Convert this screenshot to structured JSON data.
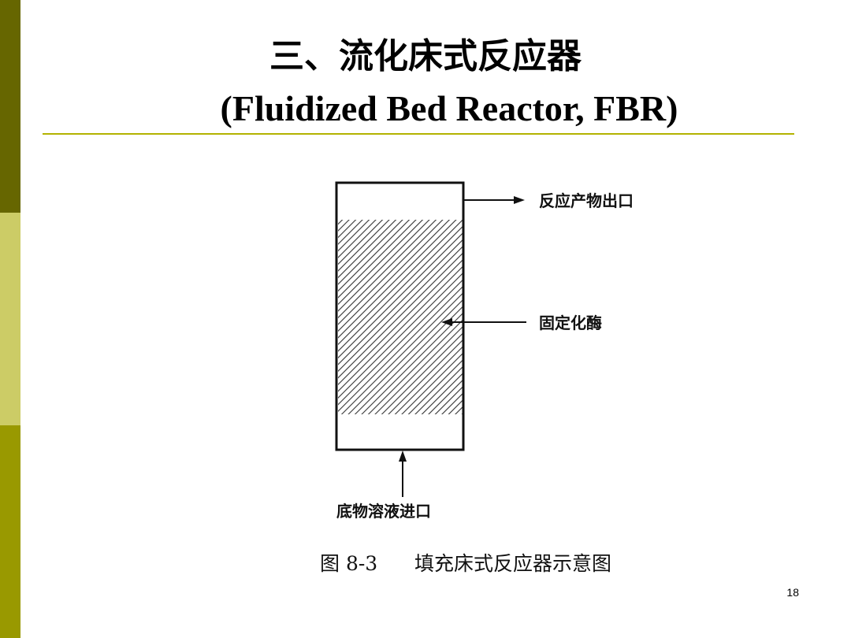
{
  "slide": {
    "title_cn": "三、流化床式反应器",
    "title_en": "(Fluidized Bed Reactor, FBR)",
    "page_number": "18"
  },
  "diagram": {
    "label_outlet": "反应产物出口",
    "label_enzyme": "固定化酶",
    "label_inlet": "底物溶液进口",
    "caption_number": "图 8-3",
    "caption_text": "填充床式反应器示意图"
  },
  "colors": {
    "bar_top": "#666600",
    "bar_mid": "#cccc66",
    "bar_bottom": "#999900",
    "rule": "#b3b300"
  }
}
